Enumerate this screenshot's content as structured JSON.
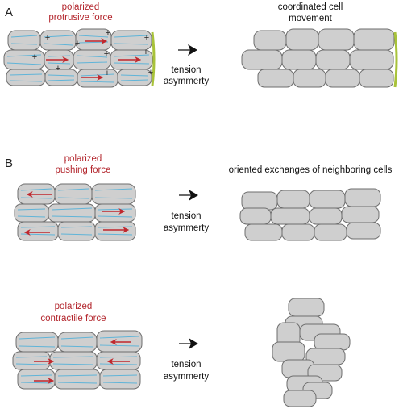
{
  "panels": {
    "a": {
      "letter": "A",
      "force_label": [
        "polarized",
        "protrusive force"
      ],
      "arrow_label": [
        "tension",
        "asymmerty"
      ],
      "result_label": [
        "coordinated cell",
        "movement"
      ]
    },
    "b": {
      "letter": "B",
      "push": {
        "force_label": [
          "polarized",
          "pushing force"
        ],
        "arrow_label": [
          "tension",
          "asymmerty"
        ],
        "result_label": "oriented exchanges of neighboring cells"
      },
      "contract": {
        "force_label": [
          "polarized",
          "contractile force"
        ],
        "arrow_label": [
          "tension",
          "asymmerty"
        ]
      }
    }
  },
  "colors": {
    "cell_fill": "#cfcfcf",
    "cell_stroke": "#6e6e6e",
    "fiber": "#5fb4d8",
    "force_arrow": "#c0272d",
    "force_text": "#b3262d",
    "edge_highlight": "#a8c23a",
    "black_arrow": "#111111"
  },
  "symbols": {
    "plus": "+"
  }
}
